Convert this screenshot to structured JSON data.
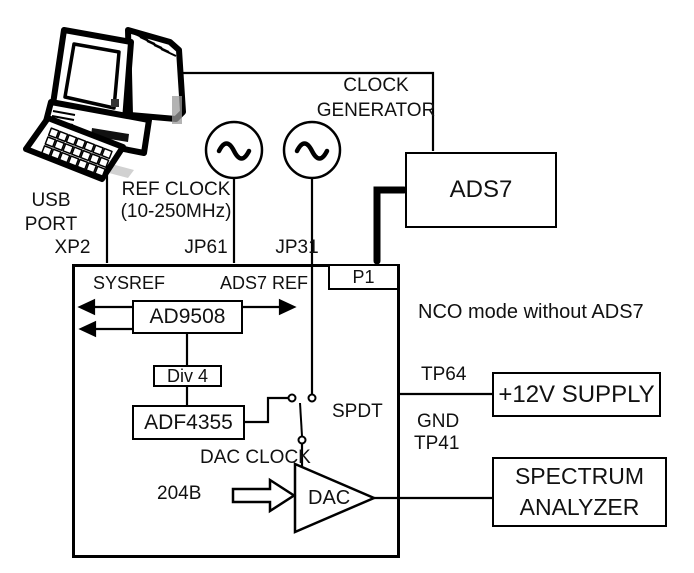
{
  "peripherals": {
    "computer_usb": {
      "label_line1": "USB",
      "label_line2": "PORT",
      "connector": "XP2"
    },
    "ref_clock_gen": {
      "label_line1": "REF CLOCK",
      "label_line2": "(10-250MHz)",
      "connector": "JP61"
    },
    "ext_clock_gen": {
      "connector": "JP31"
    },
    "clock_generator": {
      "label_line1": "CLOCK",
      "label_line2": "GENERATOR"
    },
    "ads7_module": {
      "label": "ADS7"
    },
    "power_supply": {
      "label": "+12V SUPPLY"
    },
    "spectrum_analyzer": {
      "label_line1": "SPECTRUM",
      "label_line2": "ANALYZER"
    }
  },
  "board": {
    "p1": {
      "label": "P1"
    },
    "sysref_label": "SYSREF",
    "ads7_ref_label": "ADS7 REF",
    "ad9508": {
      "label": "AD9508"
    },
    "div4": {
      "label": "Div 4"
    },
    "adf4355": {
      "label": "ADF4355"
    },
    "spdt_label": "SPDT",
    "dac_clock_label": "DAC CLOCK",
    "jesd_label": "204B",
    "dac": {
      "label": "DAC"
    }
  },
  "annotations": {
    "nco_note": "NCO mode without ADS7",
    "tp64": "TP64",
    "gnd": "GND",
    "tp41": "TP41"
  },
  "colors": {
    "line": "#000000",
    "background": "#ffffff",
    "text": "#111111"
  }
}
